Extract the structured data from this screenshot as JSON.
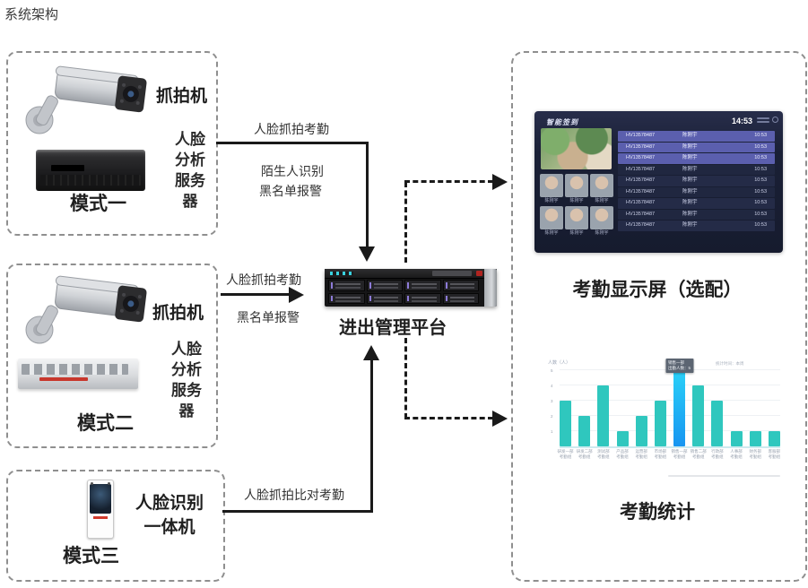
{
  "page_title": "系统架构",
  "mode1": {
    "title": "模式一",
    "camera_label": "抓拍机",
    "server_lines": [
      "人脸",
      "分析",
      "服务",
      "器"
    ]
  },
  "mode2": {
    "title": "模式二",
    "camera_label": "抓拍机",
    "server_lines": [
      "人脸",
      "分析",
      "服务",
      "器"
    ]
  },
  "mode3": {
    "title": "模式三",
    "device_lines": [
      "人脸识别",
      "一体机"
    ]
  },
  "platform": {
    "label": "进出管理平台"
  },
  "flows": {
    "flow1_top": "人脸抓拍考勤",
    "flow1_mid": "陌生人识别",
    "flow1_bottom": "黑名单报警",
    "flow2_top": "人脸抓拍考勤",
    "flow2_bottom": "黑名单报警",
    "flow3": "人脸抓拍比对考勤"
  },
  "display_panel": {
    "caption": "考勤显示屏（选配）",
    "screen": {
      "logo": "智能签到",
      "time": "14:53",
      "face_name": "陈刚宇",
      "highlight_rows": 3,
      "records": [
        {
          "id": "HV13578487",
          "name": "陈刚宇",
          "time": "10:53"
        },
        {
          "id": "HV13578487",
          "name": "陈刚宇",
          "time": "10:53"
        },
        {
          "id": "HV13578487",
          "name": "陈刚宇",
          "time": "10:53"
        },
        {
          "id": "HV13578487",
          "name": "陈刚宇",
          "time": "10:53"
        },
        {
          "id": "HV13578487",
          "name": "陈刚宇",
          "time": "10:53"
        },
        {
          "id": "HV13578487",
          "name": "陈刚宇",
          "time": "10:53"
        },
        {
          "id": "HV13578487",
          "name": "陈刚宇",
          "time": "10:53"
        },
        {
          "id": "HV13578487",
          "name": "陈刚宇",
          "time": "10:53"
        },
        {
          "id": "HV13578487",
          "name": "陈刚宇",
          "time": "10:53"
        }
      ]
    }
  },
  "stats_panel": {
    "caption": "考勤统计"
  },
  "chart_data": {
    "type": "bar",
    "title": "",
    "ylabel": "人数（人）",
    "note_top_right": "统计时间：本周",
    "categories": [
      [
        "研发一部",
        "考勤组"
      ],
      [
        "研发二部",
        "考勤组"
      ],
      [
        "测试部",
        "考勤组"
      ],
      [
        "产品部",
        "考勤组"
      ],
      [
        "运营部",
        "考勤组"
      ],
      [
        "市场部",
        "考勤组"
      ],
      [
        "销售一部",
        "考勤组"
      ],
      [
        "销售二部",
        "考勤组"
      ],
      [
        "行政部",
        "考勤组"
      ],
      [
        "人事部",
        "考勤组"
      ],
      [
        "财务部",
        "考勤组"
      ],
      [
        "客服部",
        "考勤组"
      ]
    ],
    "values": [
      3,
      2,
      4,
      1,
      2,
      3,
      5,
      4,
      3,
      1,
      1,
      1
    ],
    "ylim": [
      0,
      6
    ],
    "yticks": [
      1,
      2,
      3,
      4,
      5
    ],
    "highlight_index": 6,
    "tooltip": [
      "销售一部",
      "出勤人数：5"
    ],
    "legend_position": "none",
    "grid": true,
    "colors": {
      "bar": "#2fc7be",
      "highlight_top": "#2ad1f8",
      "highlight_bottom": "#1795f1",
      "screen_bg": "#1a2036",
      "row_highlight": "#5b5fae"
    }
  }
}
